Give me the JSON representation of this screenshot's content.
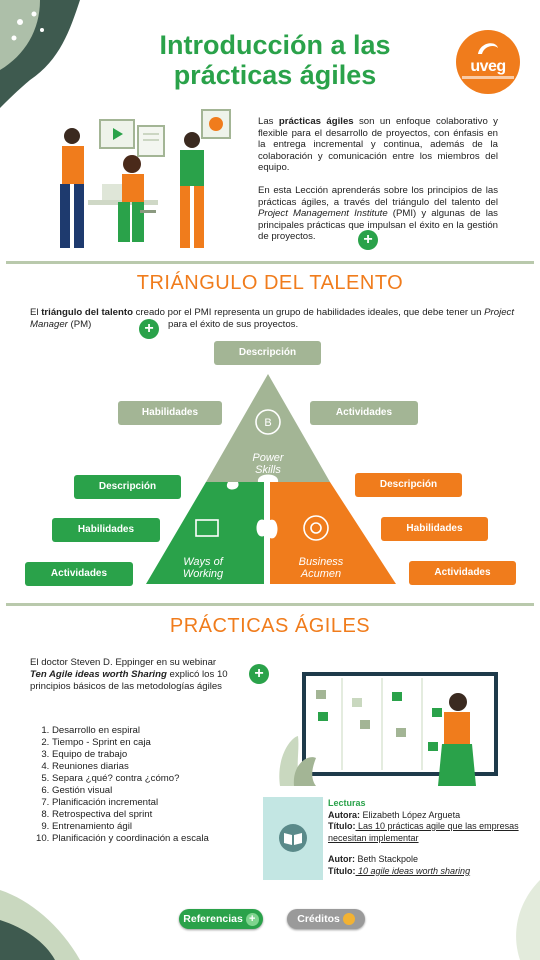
{
  "header": {
    "title_line1": "Introducción a las",
    "title_line2": "prácticas ágiles",
    "logo_text": "uveg"
  },
  "intro": {
    "p1_pre": "Las ",
    "p1_bold": "prácticas ágiles",
    "p1_post": " son un enfoque colaborativo y flexible para el desarrollo de proyectos, con énfasis en la entrega incremental y continua, además de la colaboración y comunicación entre los miembros del equipo.",
    "p2_pre": "En esta Lección aprenderás sobre los principios de las prácticas ágiles, a través del triángulo del talento del ",
    "p2_italic": "Project Management Institute",
    "p2_post": " (PMI) y algunas de las principales prácticas que impulsan el éxito en la gestión de proyectos."
  },
  "plus_symbol": "+",
  "talent": {
    "heading": "TRIÁNGULO DEL TALENTO",
    "text_pre": "El ",
    "text_bold": "triángulo del talento",
    "text_mid": " creado por el PMI representa un grupo de habilidades ideales, que debe tener un ",
    "text_italic": "Project Manager",
    "text_post": " (PM)",
    "text_end": "para el éxito de sus proyectos.",
    "top_desc": "Descripción",
    "top_hab": "Habilidades",
    "top_act": "Actividades",
    "left_desc": "Descripción",
    "left_hab": "Habilidades",
    "left_act": "Actividades",
    "right_desc": "Descripción",
    "right_hab": "Habilidades",
    "right_act": "Actividades",
    "power_1": "Power",
    "power_2": "Skills",
    "ways_1": "Ways of",
    "ways_2": "Working",
    "business_1": "Business",
    "business_2": "Acumen"
  },
  "agile": {
    "heading": "PRÁCTICAS ÁGILES",
    "text_1": "El doctor Steven D. Eppinger en su webinar",
    "text_bold_italic": "Ten Agile ideas worth Sharing",
    "text_2": " explicó los 10",
    "text_3": "principios básicos de las metodologías ágiles",
    "list": [
      "Desarrollo en espiral",
      "Tiempo - Sprint en caja",
      "Equipo de trabajo",
      "Reuniones diarias",
      "Separa ¿qué? contra ¿cómo?",
      "Gestión visual",
      "Planificación incremental",
      "Retrospectiva del sprint",
      "Entrenamiento ágil",
      "Planificación y coordinación a escala"
    ]
  },
  "readings": {
    "heading": "Lecturas",
    "author1_label": "Autora:",
    "author1": " Elizabeth López Argueta",
    "title_label": "Título:",
    "title1": " Las 10 prácticas agile que las empresas necesitan implementar",
    "author2_label": "Autor:",
    "author2": " Beth Stackpole",
    "title2_label": "Título:",
    "title2": " 10 agile ideas worth sharing"
  },
  "buttons": {
    "references": "Referencias",
    "credits": "Créditos"
  },
  "colors": {
    "green": "#2aa24a",
    "orange": "#f07c1c",
    "grey_green": "#a3b595"
  }
}
